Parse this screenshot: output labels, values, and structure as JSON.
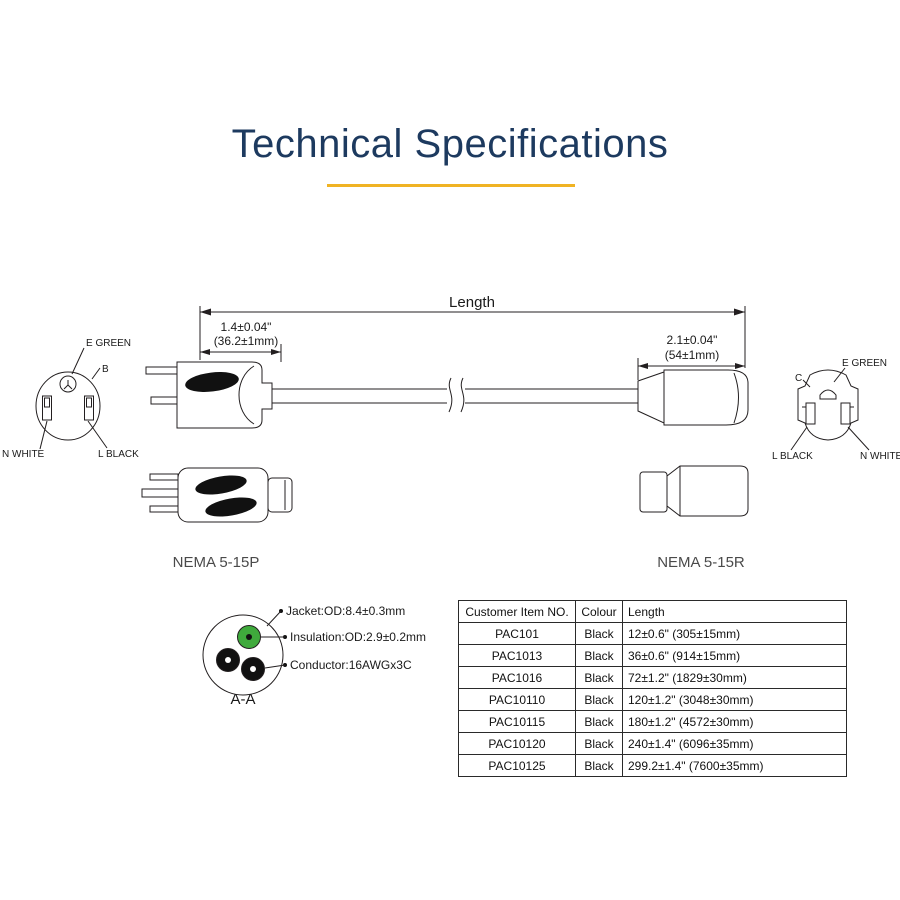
{
  "page": {
    "title": "Technical Specifications"
  },
  "colors": {
    "title_text": "#1d3a5f",
    "accent_underline": "#f0b323",
    "wire_green": "#3faa3c",
    "ink": "#231f20"
  },
  "diagram": {
    "length_label": "Length",
    "plug": {
      "dim_in": "1.4±0.04\"",
      "dim_mm": "(36.2±1mm)",
      "name": "NEMA 5-15P",
      "face": {
        "e": "E GREEN",
        "b": "B",
        "n": "N WHITE",
        "l": "L BLACK"
      }
    },
    "receptacle": {
      "dim_in": "2.1±0.04\"",
      "dim_mm": "(54±1mm)",
      "name": "NEMA 5-15R",
      "face": {
        "e": "E GREEN",
        "c": "C",
        "l": "L BLACK",
        "n": "N WHITE"
      }
    },
    "cross_section": {
      "jacket": "Jacket:OD:8.4±0.3mm",
      "insulation": "Insulation:OD:2.9±0.2mm",
      "conductor": "Conductor:16AWGx3C",
      "label": "A-A"
    }
  },
  "table": {
    "headers": [
      "Customer Item NO.",
      "Colour",
      "Length"
    ],
    "rows": [
      [
        "PAC101",
        "Black",
        "12±0.6\" (305±15mm)"
      ],
      [
        "PAC1013",
        "Black",
        "36±0.6\" (914±15mm)"
      ],
      [
        "PAC1016",
        "Black",
        "72±1.2\" (1829±30mm)"
      ],
      [
        "PAC10110",
        "Black",
        "120±1.2\" (3048±30mm)"
      ],
      [
        "PAC10115",
        "Black",
        "180±1.2\" (4572±30mm)"
      ],
      [
        "PAC10120",
        "Black",
        "240±1.4\" (6096±35mm)"
      ],
      [
        "PAC10125",
        "Black",
        "299.2±1.4\" (7600±35mm)"
      ]
    ]
  }
}
